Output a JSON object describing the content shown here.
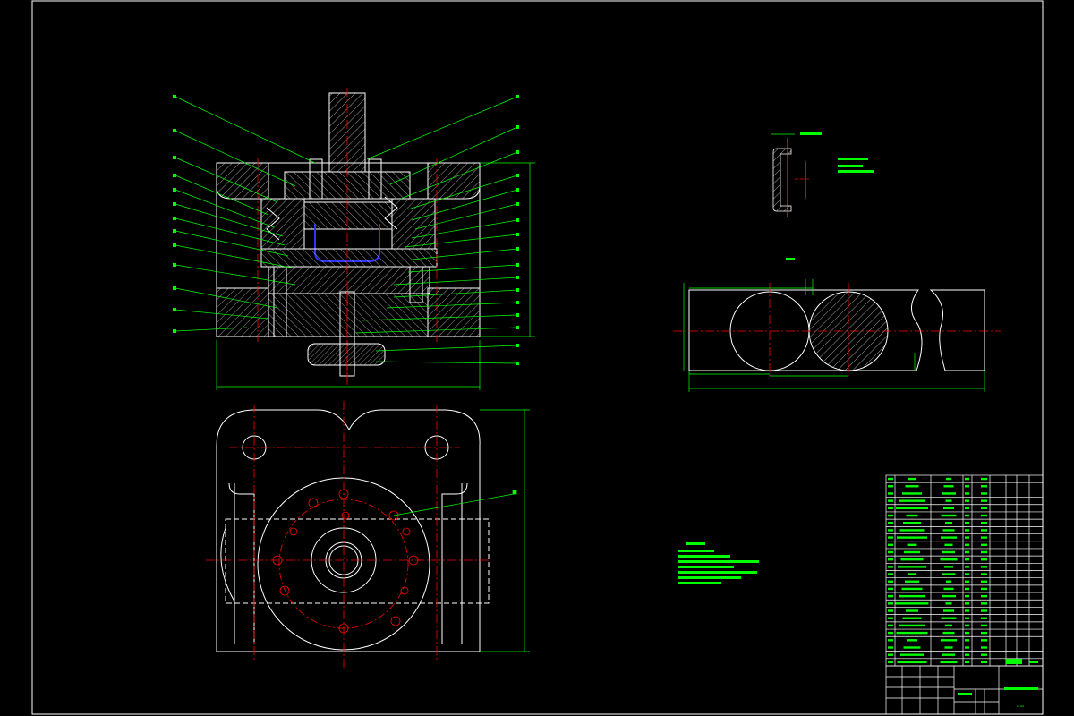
{
  "colors": {
    "background": "#000000",
    "outline": "#ffffff",
    "leader": "#00ff00",
    "text": "#00ff00",
    "centerline": "#ff0000",
    "hatch": "#ffffff",
    "cup_highlight": "#2222ff",
    "dimension": "#00ff00"
  },
  "drawing_number": "LL-00",
  "part_detail_title": "",
  "strip_layout_title": "",
  "notes_title": "",
  "notes": [],
  "title_block": {
    "drawing_name": "",
    "drawing_code": "LL-00"
  },
  "bom_rows": 26
}
